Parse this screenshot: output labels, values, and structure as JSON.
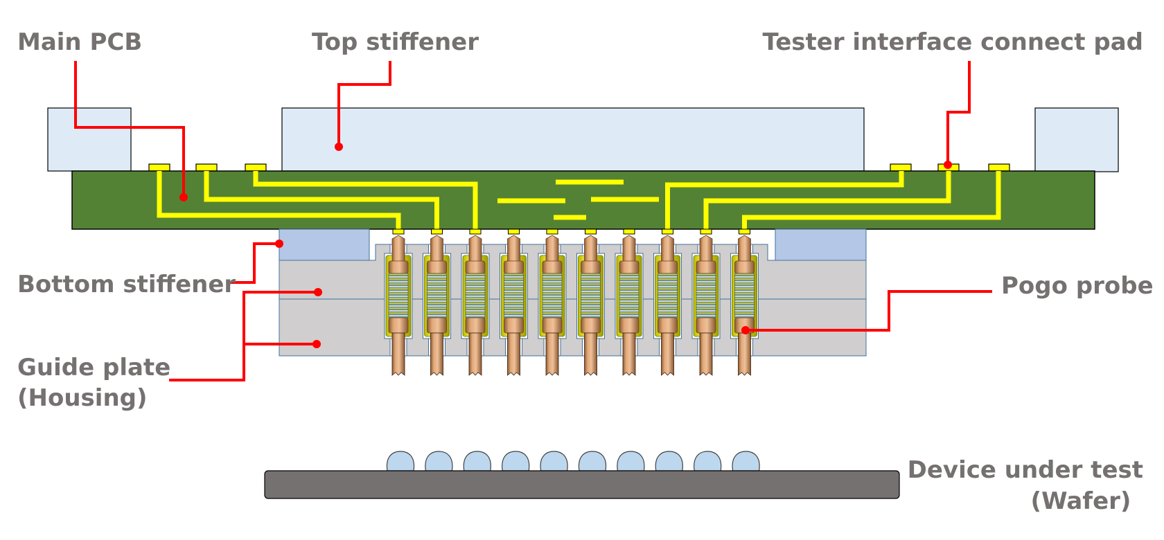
{
  "title": "Pogo probe card cross-section",
  "colors": {
    "text": "#767171",
    "leader": "#ff0000",
    "pcb": "#548235",
    "trace": "#ffff00",
    "top_stiffener": "#deebf7",
    "bottom_stiffener": "#b4c7e7",
    "guide_plate": "#d0cece",
    "copper": "#d9a070",
    "wafer": "#767171",
    "bump": "#bdd7ee"
  },
  "labels": {
    "main_pcb": "Main PCB",
    "top_stiffener": "Top stiffener",
    "tester_pad": "Tester interface connect pad",
    "bottom_stiffener": "Bottom stiffener",
    "guide_plate_line1": "Guide plate",
    "guide_plate_line2": "(Housing)",
    "pogo_probe": "Pogo probe",
    "dut_line1": "Device under test",
    "dut_line2": "(Wafer)"
  },
  "counts": {
    "pogo_probes": 10,
    "wafer_bumps": 10,
    "tester_pads_left": 3,
    "tester_pads_right": 3
  }
}
